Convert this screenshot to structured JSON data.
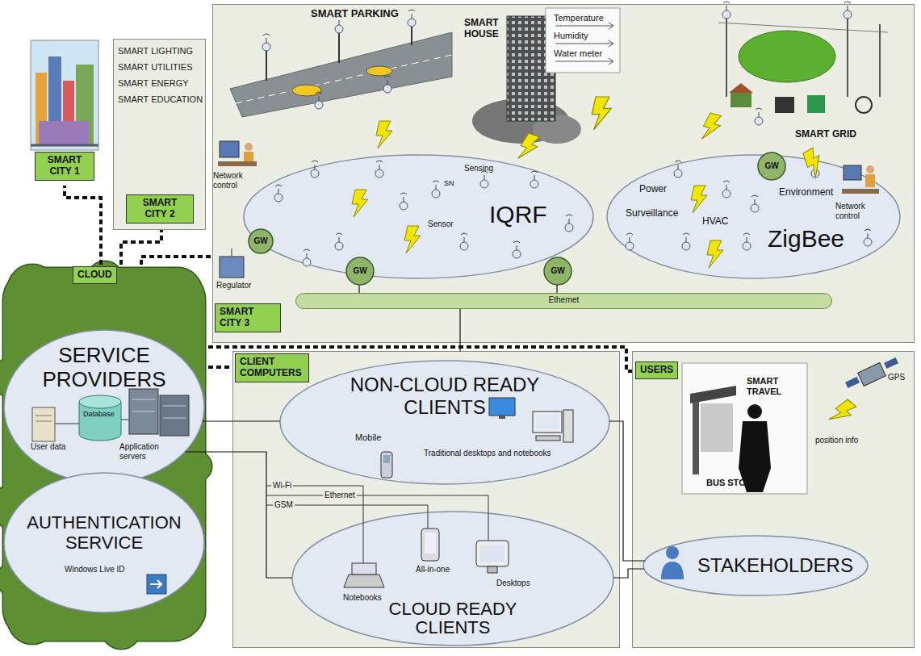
{
  "diagram": {
    "nodes": [
      {
        "text": [
          "SMART CITY 1"
        ]
      },
      {
        "text": [
          "SMART LIGHTING",
          "SMART UTILITIES",
          "SMART ENERGY",
          "SMART EDUCATION",
          "SMART CITY 2"
        ]
      },
      {
        "text": [
          "SMART CITY 3"
        ]
      },
      {
        "text": [
          "IQRF"
        ],
        "in": 2
      },
      {
        "text": [
          "ZigBee"
        ],
        "in": 2
      },
      {
        "text": [
          "GW"
        ],
        "in": 2
      },
      {
        "text": [
          "GW"
        ],
        "in": 2
      },
      {
        "text": [
          "GW"
        ],
        "in": 2
      },
      {
        "text": [
          "GW"
        ],
        "in": 2
      },
      {
        "text": [
          "Ethernet"
        ],
        "in": 2
      },
      {
        "text": [
          "CLOUD"
        ]
      },
      {
        "text": [
          "SERVICE PROVIDERS"
        ],
        "in": 10
      },
      {
        "text": [
          "AUTHENTICATION SERVICE"
        ],
        "in": 10
      },
      {
        "text": [
          "CLIENT COMPUTERS"
        ]
      },
      {
        "text": [
          "NON-CLOUD READY CLIENTS"
        ],
        "in": 13
      },
      {
        "text": [
          "CLOUD READY CLIENTS"
        ],
        "in": 13
      },
      {
        "text": [
          "USERS"
        ]
      },
      {
        "text": [
          "STAKEHOLDERS"
        ],
        "in": 16
      }
    ],
    "edges": [
      {
        "from": 10,
        "to": 0,
        "arrow": "none"
      },
      {
        "from": 10,
        "to": 1,
        "arrow": "none"
      },
      {
        "from": 10,
        "to": 2,
        "arrow": "none"
      },
      {
        "from": 10,
        "to": 13,
        "arrow": "none"
      },
      {
        "from": 10,
        "to": 16,
        "arrow": "none"
      },
      {
        "from": 6,
        "to": 9,
        "arrow": "none"
      },
      {
        "from": 7,
        "to": 9,
        "arrow": "none"
      },
      {
        "from": 9,
        "to": 13,
        "arrow": "none"
      },
      {
        "from": 11,
        "to": 14,
        "arrow": "none"
      },
      {
        "from": 11,
        "to": 15,
        "arrow": "none"
      },
      {
        "from": 14,
        "to": 17,
        "arrow": "none"
      },
      {
        "from": 15,
        "to": 17,
        "arrow": "none"
      }
    ],
    "labels": [
      "SMART PARKING",
      "SMART HOUSE",
      "Temperature",
      "Humidity",
      "Water meter",
      "SMART GRID",
      "Network control",
      "Regulator",
      "Sensing",
      "SN",
      "Sensor",
      "Power",
      "Surveillance",
      "HVAC",
      "Environment",
      "Network control",
      "User data",
      "Database",
      "Application servers",
      "Windows Live ID",
      "Mobile",
      "Traditional desktops and notebooks",
      "Wi-Fi",
      "Ethernet",
      "GSM",
      "Notebooks",
      "All-in-one",
      "Desktops",
      "SMART TRAVEL",
      "BUS STOP",
      "GPS",
      "position info"
    ]
  }
}
